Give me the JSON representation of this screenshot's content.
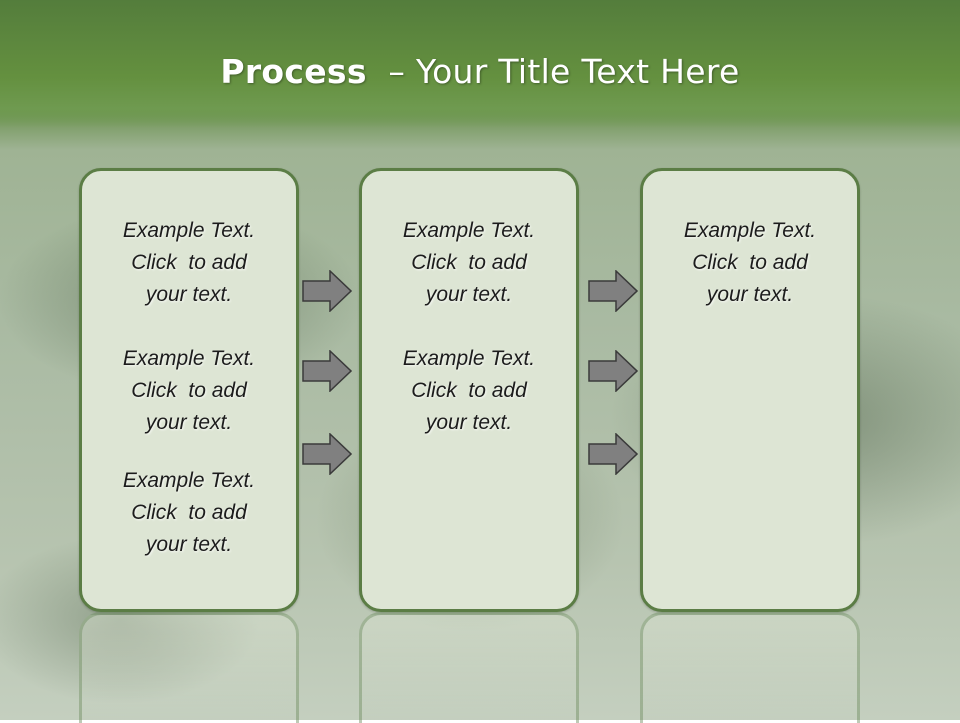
{
  "title": {
    "bold": "Process",
    "rest": "  – Your Title Text Here"
  },
  "columns": [
    {
      "items": [
        [
          "Example Text.",
          "Click  to add",
          "your text."
        ],
        [
          "Example Text.",
          "Click  to add",
          "your text."
        ],
        [
          "Example Text.",
          "Click  to add",
          "your text."
        ]
      ]
    },
    {
      "items": [
        [
          "Example Text.",
          "Click  to add",
          "your text."
        ],
        [
          "Example Text.",
          "Click  to add",
          "your text."
        ]
      ]
    },
    {
      "items": [
        [
          "Example Text.",
          "Click  to add",
          "your text."
        ]
      ]
    }
  ],
  "colors": {
    "header": "#64903f",
    "box_fill": "#dde5d4",
    "box_border": "#5b7d45",
    "arrow": "#808080"
  },
  "icons": {
    "connector": "right-arrow-icon"
  }
}
